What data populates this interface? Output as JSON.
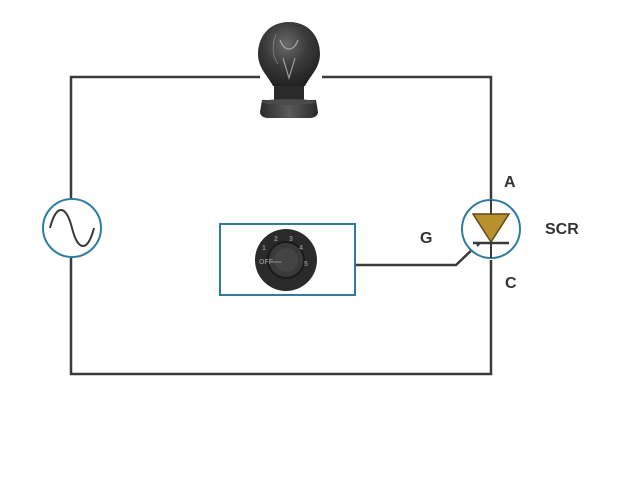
{
  "colors": {
    "wire": "#3a3a3a",
    "component_outline": "#2e7da0",
    "scr_fill": "#b8902c",
    "bulb_dark": "#2c2c2c",
    "background": "#ffffff"
  },
  "components": {
    "ac_source": {
      "icon": "ac-source-icon"
    },
    "lamp": {
      "icon": "light-bulb-icon"
    },
    "scr": {
      "icon": "scr-thyristor-icon",
      "label": "SCR",
      "anode_label": "A",
      "cathode_label": "C",
      "gate_label": "G"
    },
    "dial": {
      "icon": "rotary-dial-icon",
      "off_label": "OFF",
      "positions": [
        "1",
        "2",
        "3",
        "4",
        "5"
      ]
    }
  }
}
